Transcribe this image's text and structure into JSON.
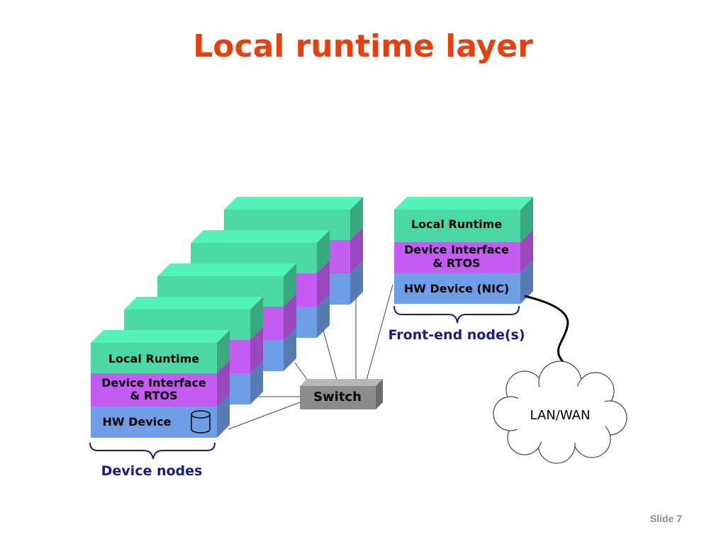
{
  "slide": {
    "title": "Local runtime layer",
    "label_prefix": "Slide",
    "number": "7"
  },
  "colors": {
    "title": "#e8400c",
    "runtime_layer": "#4ad9a4",
    "interface_layer": "#c45cf2",
    "hardware_layer": "#6e9fe6",
    "switch": "#8c8c8c",
    "caption": "#1a1a8c"
  },
  "device_node": {
    "runtime": "Local Runtime",
    "interface_line1": "Device Interface",
    "interface_line2": "& RTOS",
    "hardware": "HW Device",
    "storage_icon": "storage-cylinder-icon"
  },
  "frontend_node": {
    "runtime": "Local Runtime",
    "interface_line1": "Device Interface",
    "interface_line2": "& RTOS",
    "hardware": "HW Device (NIC)"
  },
  "switch": {
    "label": "Switch"
  },
  "network": {
    "label": "LAN/WAN"
  },
  "captions": {
    "device_nodes": "Device nodes",
    "frontend_nodes": "Front-end node(s)"
  }
}
